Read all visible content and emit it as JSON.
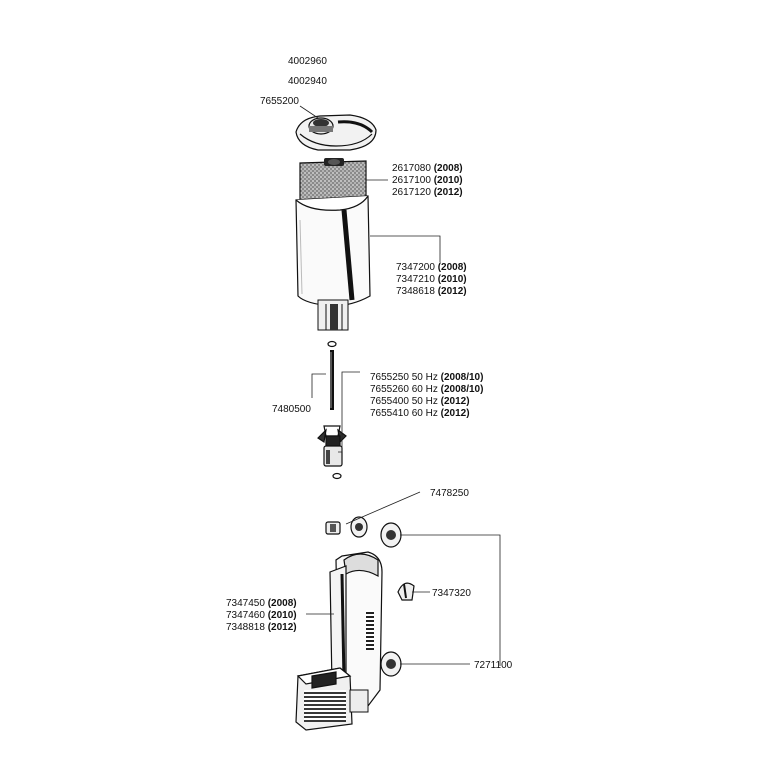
{
  "labels": {
    "p4002960": "4002960",
    "p4002940": "4002940",
    "p7655200": "7655200",
    "foam": {
      "r1": {
        "code": "2617080",
        "year": "(2008)"
      },
      "r2": {
        "code": "2617100",
        "year": "(2010)"
      },
      "r3": {
        "code": "2617120",
        "year": "(2012)"
      }
    },
    "housing": {
      "r1": {
        "code": "7347200",
        "year": "(2008)"
      },
      "r2": {
        "code": "7347210",
        "year": "(2010)"
      },
      "r3": {
        "code": "7348618",
        "year": "(2012)"
      }
    },
    "p7480500": "7480500",
    "impeller": {
      "r1": {
        "code": "7655250",
        "hz": "50 Hz",
        "year": "(2008/10)"
      },
      "r2": {
        "code": "7655260",
        "hz": "60 Hz",
        "year": "(2008/10)"
      },
      "r3": {
        "code": "7655400",
        "hz": "50 Hz",
        "year": "(2012)"
      },
      "r4": {
        "code": "7655410",
        "hz": "60 Hz",
        "year": "(2012)"
      }
    },
    "p7478250": "7478250",
    "p7347320": "7347320",
    "p7271100": "7271100",
    "motor": {
      "r1": {
        "code": "7347450",
        "year": "(2008)"
      },
      "r2": {
        "code": "7347460",
        "year": "(2010)"
      },
      "r3": {
        "code": "7348818",
        "year": "(2012)"
      }
    }
  },
  "colors": {
    "line": "#111111",
    "fill_light": "#f4f4f4",
    "fill_mid": "#cfcfcf",
    "fill_dark": "#444444"
  }
}
